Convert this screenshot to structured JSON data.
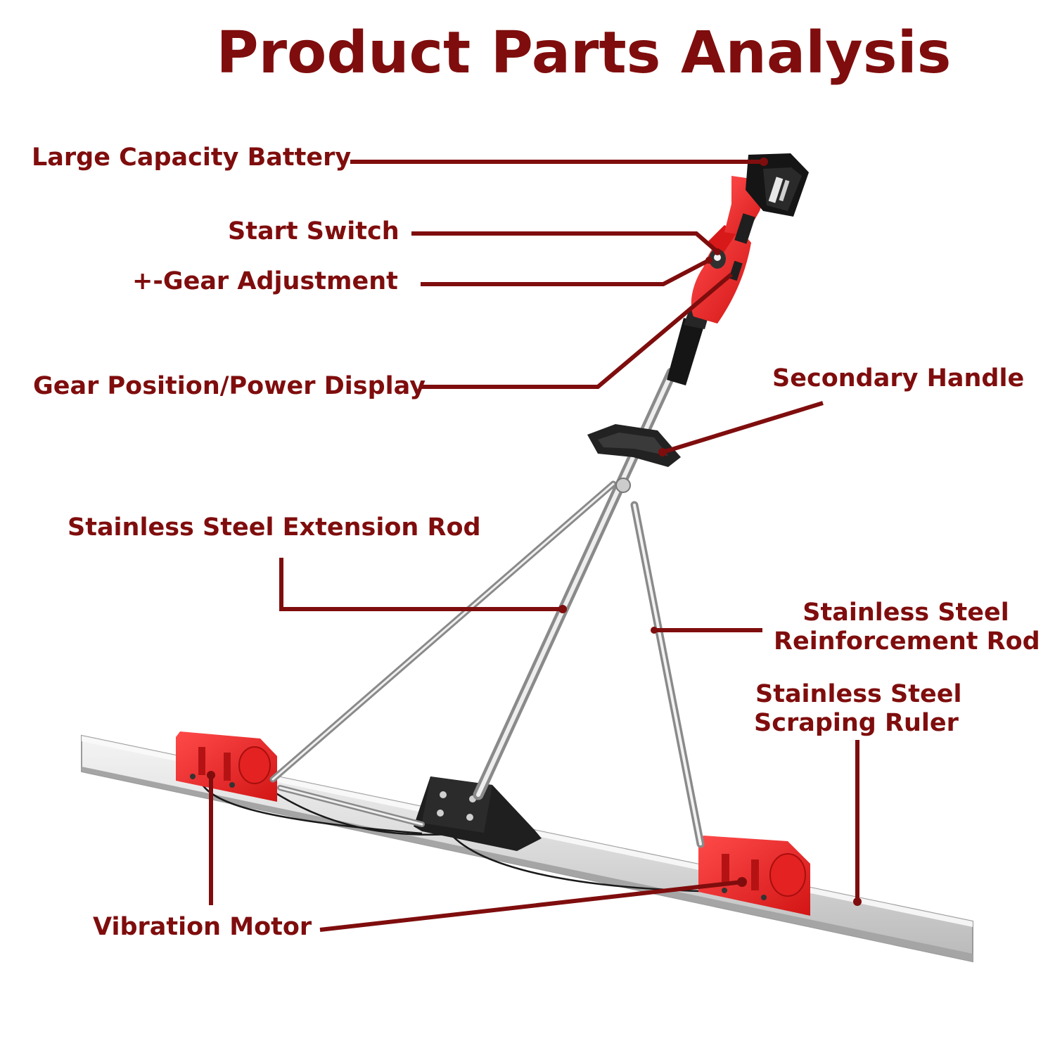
{
  "title": "Product Parts Analysis",
  "accent_color": "#7f0d0d",
  "labels": {
    "battery": "Large Capacity Battery",
    "start_switch": "Start Switch",
    "gear_adjustment": "+-Gear Adjustment",
    "display": "Gear Position/Power Display",
    "secondary_handle": "Secondary Handle",
    "extension_rod": "Stainless Steel Extension Rod",
    "reinforcement_rod_line1": "Stainless Steel",
    "reinforcement_rod_line2": "Reinforcement Rod",
    "scraping_ruler_line1": "Stainless Steel",
    "scraping_ruler_line2": "Scraping Ruler",
    "vibration_motor": "Vibration Motor"
  }
}
